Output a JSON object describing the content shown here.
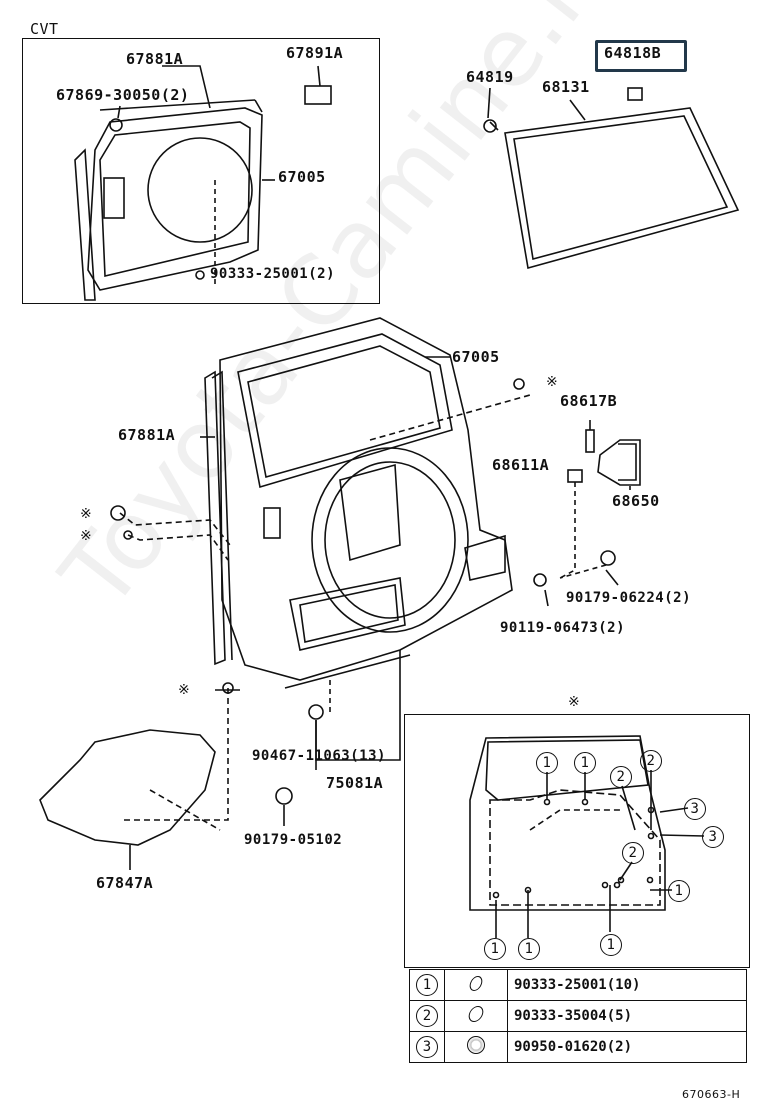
{
  "header_label": "CVT",
  "highlighted_part": "64818B",
  "parts": {
    "p67881A_top": "67881A",
    "p67891A": "67891A",
    "p67869": "67869-30050(2)",
    "p67005_top": "67005",
    "p90333_top": "90333-25001(2)",
    "p64819": "64819",
    "p68131": "68131",
    "p67005_main": "67005",
    "p67881A_main": "67881A",
    "p68617B": "68617B",
    "p68611A": "68611A",
    "p68650": "68650",
    "p90179_06224": "90179-06224(2)",
    "p90119": "90119-06473(2)",
    "p90467": "90467-11063(13)",
    "p75081A": "75081A",
    "p90179_05102": "90179-05102",
    "p67847A": "67847A"
  },
  "asterisk": "※",
  "callouts": {
    "one": "1",
    "two": "2",
    "three": "3"
  },
  "legend": [
    {
      "num": "1",
      "part": "90333-25001(10)"
    },
    {
      "num": "2",
      "part": "90333-35004(5)"
    },
    {
      "num": "3",
      "part": "90950-01620(2)"
    }
  ],
  "diagram_code": "670663-H",
  "watermark": "Toyota-Camine.ru"
}
